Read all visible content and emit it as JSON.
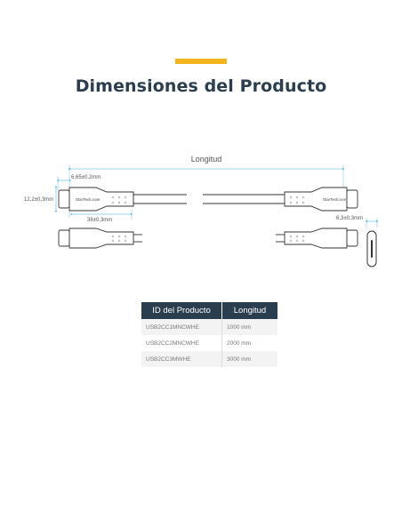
{
  "header": {
    "title": "Dimensiones del Producto"
  },
  "diagram": {
    "length_label": "Longitud",
    "dim_connector_length": "6,65±0,2mm",
    "dim_connector_height": "12,2±0,3mm",
    "dim_housing_length": "36±0,3mm",
    "dim_tip_thickness": "6,3±0,3mm",
    "brand_text": "StarTech.com"
  },
  "table": {
    "headers": [
      "ID del Producto",
      "Longitud"
    ],
    "rows": [
      [
        "USB2CC1MNCWHE",
        "1000 mm"
      ],
      [
        "USB2CC2MNCWHE",
        "2000 mm"
      ],
      [
        "USB2CC3MWHE",
        "3000 mm"
      ]
    ]
  },
  "colors": {
    "accent": "#f2b51d",
    "title": "#2b3e4f",
    "table_header": "#2b3e4f",
    "dimension_line": "#3aa7e0"
  }
}
